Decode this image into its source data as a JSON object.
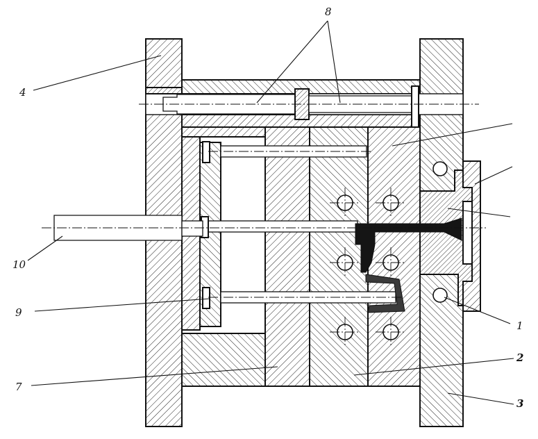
{
  "diagram": {
    "labels": {
      "l1": "1",
      "l2": "2",
      "l3": "3",
      "l4": "4",
      "l7": "7",
      "l8": "8",
      "l9": "9",
      "l10": "10"
    }
  }
}
